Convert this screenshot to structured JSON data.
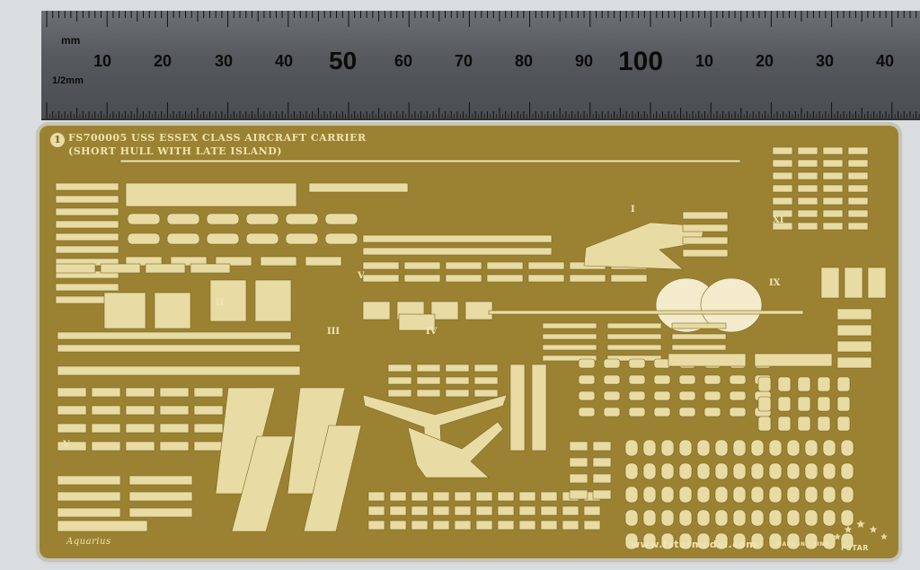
{
  "ruler": {
    "unit_label": "mm",
    "half_unit_label": "1/2mm",
    "numbers": [
      "10",
      "20",
      "30",
      "40",
      "50",
      "60",
      "70",
      "80",
      "90",
      "100",
      "10",
      "20",
      "30",
      "40"
    ]
  },
  "sheet": {
    "badge": "1",
    "title_line1": "FS700005 USS ESSEX CLASS AIRCRAFT CARRIER",
    "title_line2": "(SHORT HULL WITH LATE ISLAND)",
    "bottom_left": "Aquarius",
    "website": "www.fstarmodel.com",
    "made_in": "MADE IN CHINA",
    "brand": "FSTAR",
    "roman_labels": [
      "I",
      "II",
      "III",
      "IV",
      "V",
      "V",
      "IX",
      "XI"
    ]
  },
  "colors": {
    "brass": "#9a8232",
    "etch_light": "#e8dba4",
    "ruler_steel": "#55595d"
  }
}
